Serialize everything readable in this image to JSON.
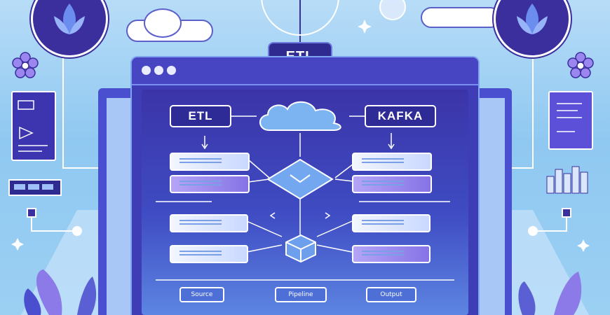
{
  "top_badge": "ETL",
  "left_box": "ETL",
  "right_box": "KAFKA",
  "bottom_labels": [
    "Source",
    "Pipeline",
    "Output"
  ],
  "colors": {
    "background": "#9cd0f3",
    "screen": "#3f3db5",
    "accent_purple": "#8673e6",
    "cloud_blue": "#6aa6ef"
  },
  "icons": [
    "cloud-icon",
    "diamond-icon",
    "cube-icon",
    "flower-icon",
    "lotus-icon",
    "document-icon",
    "bar-chart-icon"
  ]
}
